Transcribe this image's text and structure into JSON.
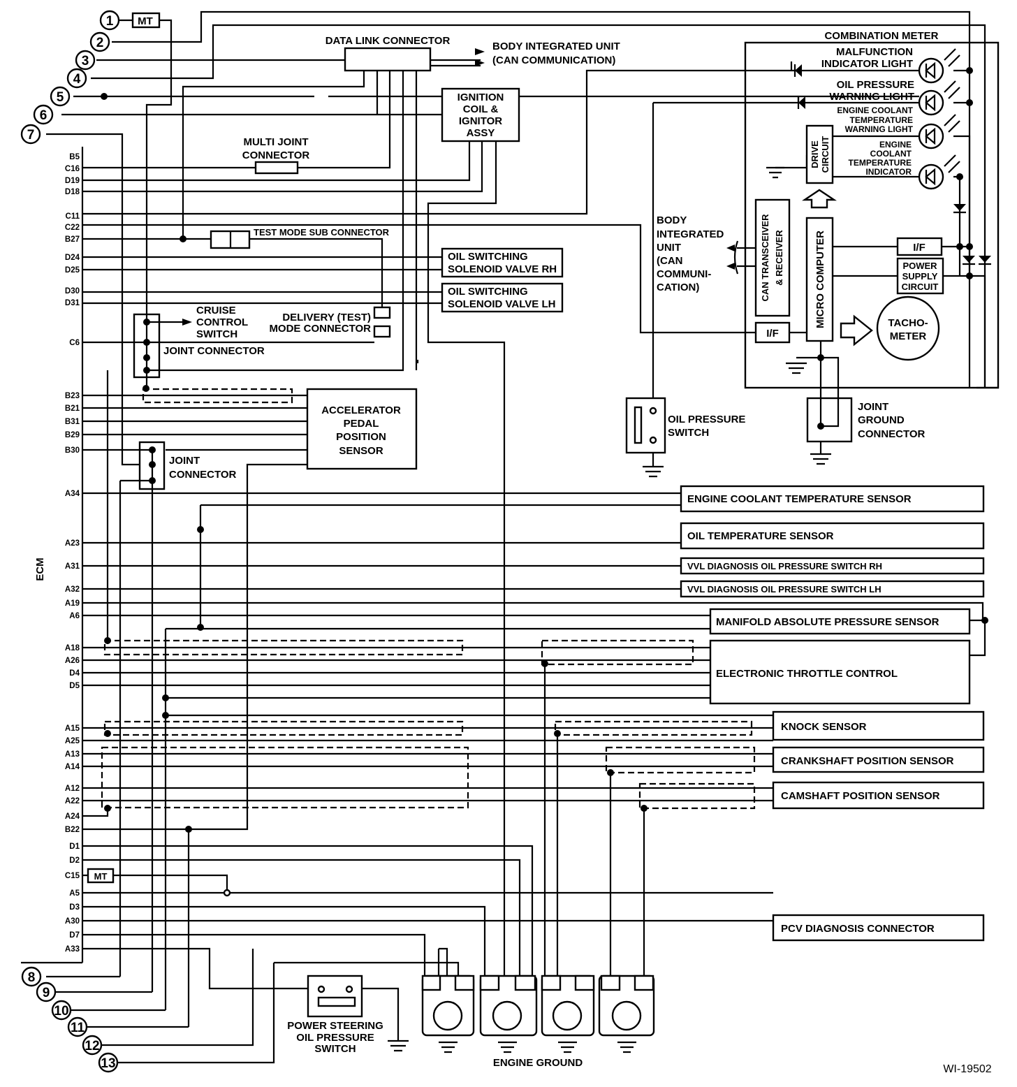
{
  "diagram_id": "WI-19502",
  "ecm_label": "ECM",
  "connector_numbers": [
    "1",
    "2",
    "3",
    "4",
    "5",
    "6",
    "7",
    "8",
    "9",
    "10",
    "11",
    "12",
    "13"
  ],
  "ecm_pins": [
    "B5",
    "C16",
    "D19",
    "D18",
    "C11",
    "C22",
    "B27",
    "D24",
    "D25",
    "D30",
    "D31",
    "C6",
    "B23",
    "B21",
    "B31",
    "B29",
    "B30",
    "A34",
    "A23",
    "A31",
    "A32",
    "A19",
    "A6",
    "A18",
    "A26",
    "D4",
    "D5",
    "A15",
    "A25",
    "A13",
    "A14",
    "A12",
    "A22",
    "A24",
    "B22",
    "D1",
    "D2",
    "C15",
    "A5",
    "D3",
    "A30",
    "D7",
    "A33"
  ],
  "mt_label": "MT",
  "components": {
    "data_link_connector": "DATA LINK CONNECTOR",
    "body_integrated_unit_line1": "BODY INTEGRATED UNIT",
    "body_integrated_unit_line2": "(CAN COMMUNICATION)",
    "ignition_coil": [
      "IGNITION",
      "COIL &",
      "IGNITOR",
      "ASSY"
    ],
    "multi_joint_connector": [
      "MULTI JOINT",
      "CONNECTOR"
    ],
    "test_mode_sub_connector": "TEST MODE SUB CONNECTOR",
    "oil_switching_rh": [
      "OIL SWITCHING",
      "SOLENOID VALVE RH"
    ],
    "oil_switching_lh": [
      "OIL SWITCHING",
      "SOLENOID VALVE LH"
    ],
    "cruise_control_switch": [
      "CRUISE",
      "CONTROL",
      "SWITCH"
    ],
    "delivery_test_mode": [
      "DELIVERY (TEST)",
      "MODE CONNECTOR"
    ],
    "joint_connector_1": "JOINT CONNECTOR",
    "accelerator_pedal": [
      "ACCELERATOR",
      "PEDAL",
      "POSITION",
      "SENSOR"
    ],
    "joint_connector_2": [
      "JOINT",
      "CONNECTOR"
    ],
    "engine_coolant_temp_sensor": "ENGINE COOLANT TEMPERATURE SENSOR",
    "oil_temp_sensor": "OIL TEMPERATURE SENSOR",
    "vvl_rh": "VVL DIAGNOSIS OIL PRESSURE SWITCH RH",
    "vvl_lh": "VVL DIAGNOSIS OIL PRESSURE SWITCH LH",
    "map_sensor": "MANIFOLD ABSOLUTE PRESSURE SENSOR",
    "electronic_throttle": "ELECTRONIC THROTTLE CONTROL",
    "knock_sensor": "KNOCK SENSOR",
    "crankshaft_sensor": "CRANKSHAFT POSITION SENSOR",
    "camshaft_sensor": "CAMSHAFT POSITION SENSOR",
    "pcv_connector": "PCV DIAGNOSIS CONNECTOR",
    "power_steering": [
      "POWER STEERING",
      "OIL PRESSURE",
      "SWITCH"
    ],
    "engine_ground": "ENGINE GROUND",
    "oil_pressure_switch": [
      "OIL PRESSURE",
      "SWITCH"
    ],
    "joint_ground_connector": [
      "JOINT",
      "GROUND",
      "CONNECTOR"
    ],
    "body_integrated_unit_can": [
      "BODY",
      "INTEGRATED",
      "UNIT",
      "(CAN",
      "COMMUNI-",
      "CATION)"
    ],
    "combination_meter": "COMBINATION METER",
    "malfunction_light": [
      "MALFUNCTION",
      "INDICATOR LIGHT"
    ],
    "oil_pressure_light": [
      "OIL PRESSURE",
      "WARNING LIGHT"
    ],
    "coolant_warning_light": [
      "ENGINE COOLANT",
      "TEMPERATURE",
      "WARNING LIGHT"
    ],
    "coolant_indicator": [
      "ENGINE",
      "COOLANT",
      "TEMPERATURE",
      "INDICATOR"
    ],
    "drive_circuit": [
      "DRIVE",
      "CIRCUIT"
    ],
    "can_transceiver": [
      "CAN TRANSCEIVER",
      "& RECEIVER"
    ],
    "micro_computer": "MICRO COMPUTER",
    "if_label": "I/F",
    "power_supply": [
      "POWER",
      "SUPPLY",
      "CIRCUIT"
    ],
    "tachometer": [
      "TACHO-",
      "METER"
    ]
  }
}
